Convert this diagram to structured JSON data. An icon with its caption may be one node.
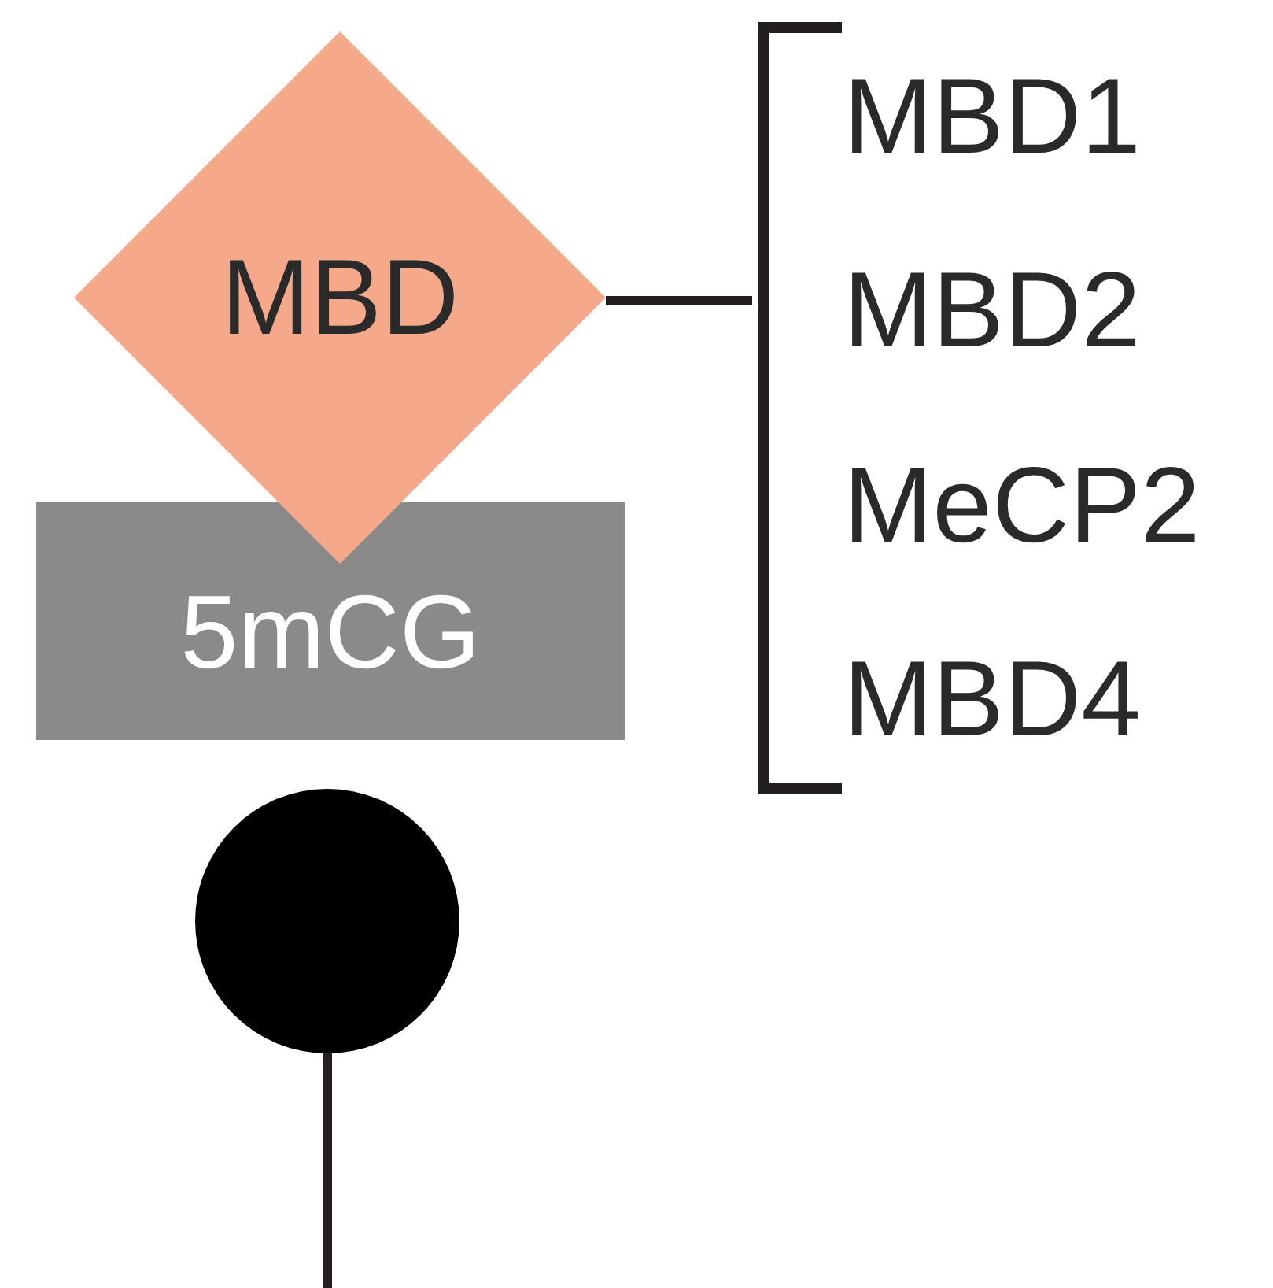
{
  "diagram": {
    "nodes": [
      {
        "text": [
          "MBD"
        ]
      },
      {
        "text": [
          "5mCG"
        ]
      },
      {
        "text": [
          "MBD1",
          "MBD2",
          "MeCP2",
          "MBD4"
        ]
      },
      {
        "text": [],
        "shape": "circle"
      }
    ],
    "edges": [
      {
        "from": 0,
        "to": 2,
        "arrow": "none"
      },
      {
        "from": 3,
        "to": null,
        "arrow": "none"
      }
    ]
  }
}
